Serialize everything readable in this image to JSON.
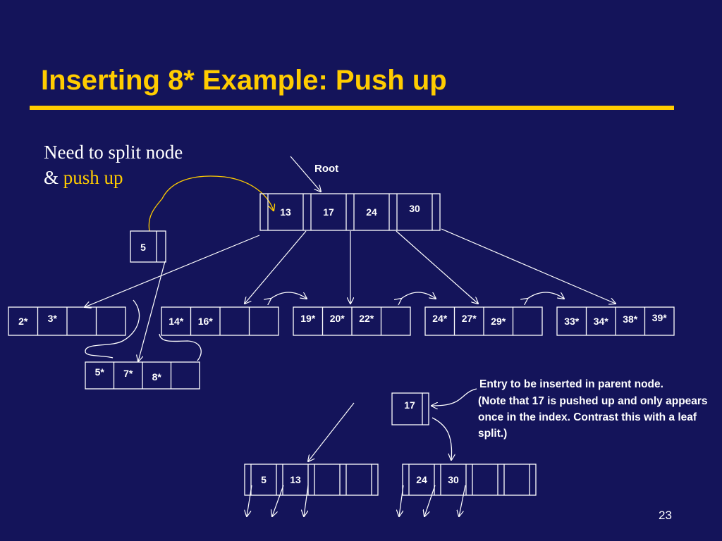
{
  "title": "Inserting 8* Example: Push up",
  "intro": {
    "line1": "Need to split node",
    "line2_prefix": "& ",
    "line2_highlight": "push up"
  },
  "root_label": "Root",
  "root_keys": [
    "13",
    "17",
    "24",
    "30"
  ],
  "pushed_key": "5",
  "leaves": [
    [
      "2*",
      "3*",
      "",
      ""
    ],
    [
      "14*",
      "16*",
      "",
      ""
    ],
    [
      "19*",
      "20*",
      "22*",
      ""
    ],
    [
      "24*",
      "27*",
      "29*",
      ""
    ],
    [
      "33*",
      "34*",
      "38*",
      "39*"
    ]
  ],
  "new_leaf": [
    "5*",
    "7*",
    "8*",
    ""
  ],
  "parent_entry": "17",
  "split_left": [
    "5",
    "13",
    "",
    ""
  ],
  "split_right": [
    "24",
    "30",
    "",
    ""
  ],
  "note_entry": "Entry to be inserted in parent node.",
  "note_paren": "(Note that 17 is pushed up and only appears once in the index. Contrast this with a leaf split.)",
  "page_number": "23",
  "colors": {
    "background": "#14145a",
    "accent": "#ffcc00",
    "line": "#ffffff"
  }
}
